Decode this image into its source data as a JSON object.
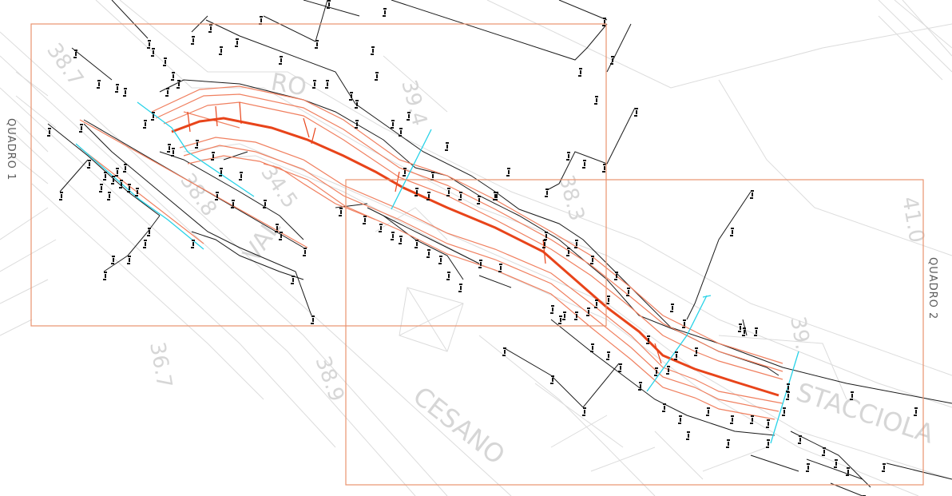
{
  "sheets": [
    {
      "label": "QUADRO 1"
    },
    {
      "label": "QUADRO 2"
    }
  ],
  "contour_labels": [
    "38.7",
    "38.8",
    "34.5",
    "36.7",
    "38.9",
    "39.4",
    "38.3",
    "41.0",
    "39."
  ],
  "street_labels": [
    "RO",
    "VAL",
    "CESANO",
    "STACCIOLA"
  ],
  "colors": {
    "sheet_frame": "#e8926f",
    "axis": "#e8441a",
    "road_edges": "#f08060",
    "section_marks": "#29d3e8",
    "background_lines": "#d9d9d9",
    "survey_lines": "#111111"
  }
}
